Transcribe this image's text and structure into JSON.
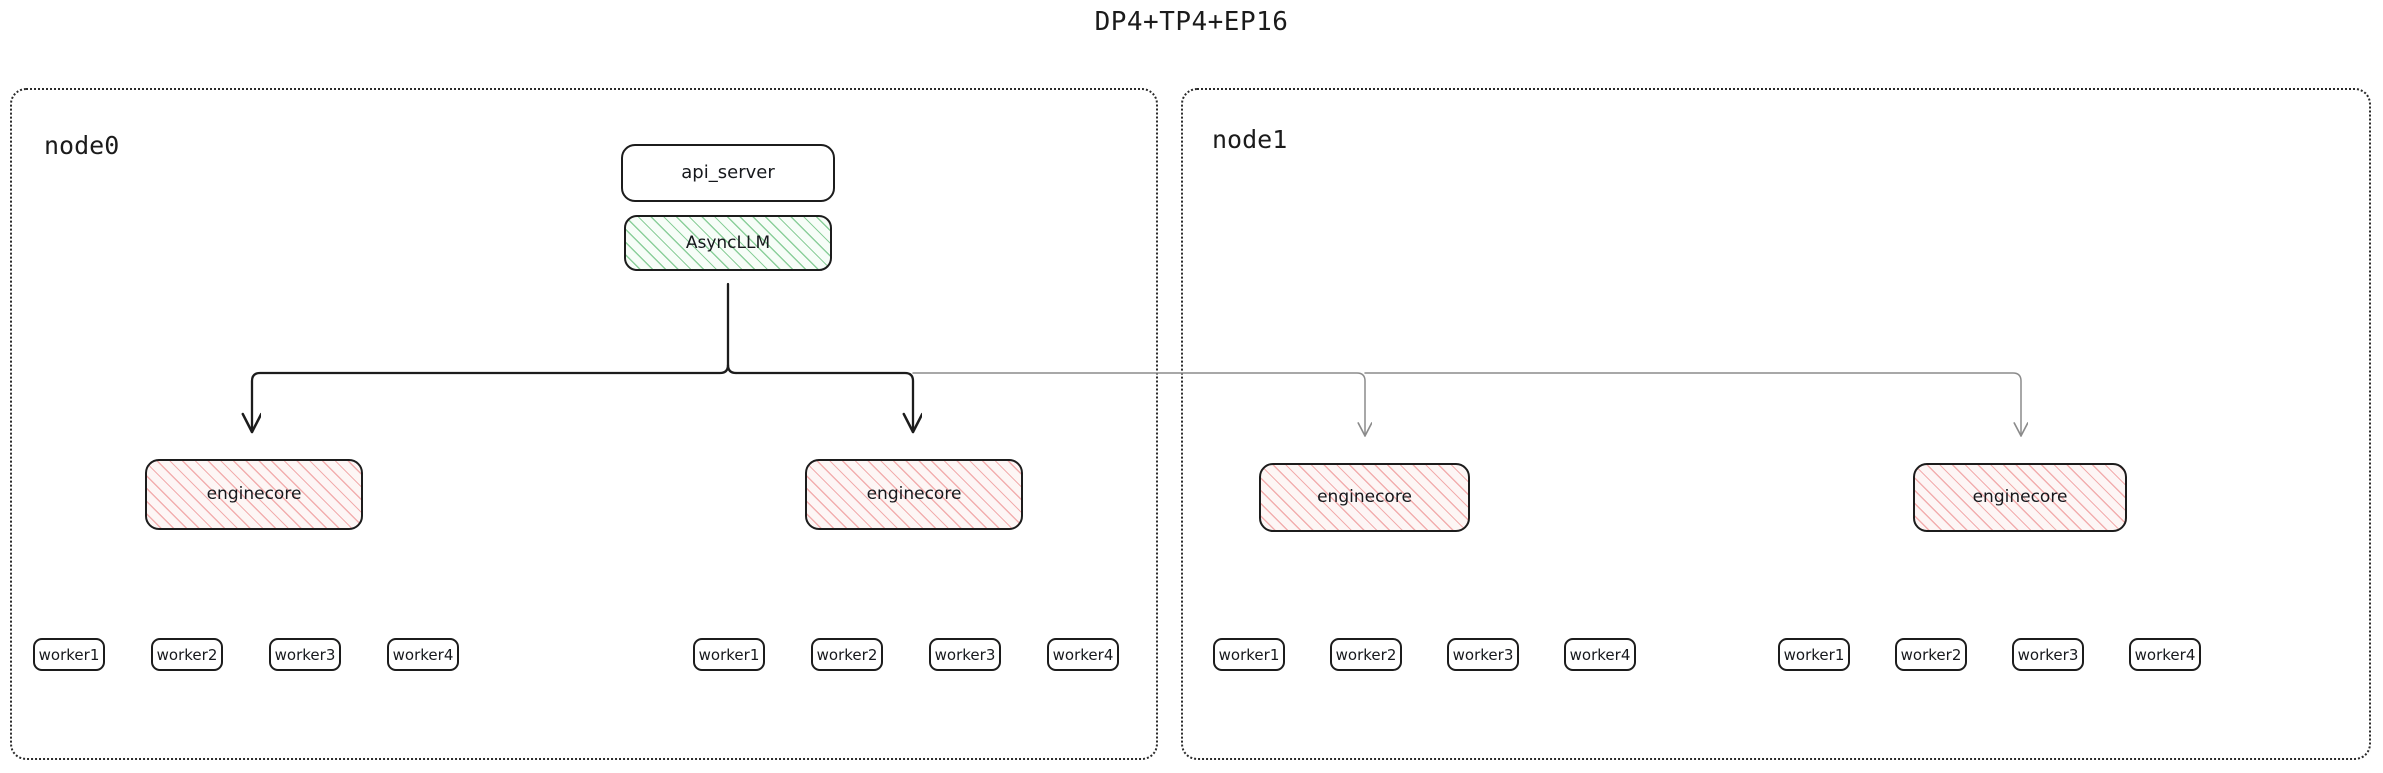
{
  "title": "DP4+TP4+EP16",
  "colors": {
    "stroke_dark": "#1c1c1c",
    "stroke_light": "#8b8b8b",
    "hatch_green": "#8ccf9b",
    "hatch_pink": "#f2aeae",
    "fill_green": "#f7fdf8",
    "fill_pink": "#fdf6f5",
    "background": "#ffffff"
  },
  "nodes": [
    {
      "id": "node0",
      "label": "node0",
      "api_server": {
        "label": "api_server"
      },
      "async_llm": {
        "label": "AsyncLLM"
      },
      "engines": [
        {
          "label": "enginecore",
          "workers": [
            {
              "label": "worker1"
            },
            {
              "label": "worker2"
            },
            {
              "label": "worker3"
            },
            {
              "label": "worker4"
            }
          ]
        },
        {
          "label": "enginecore",
          "workers": [
            {
              "label": "worker1"
            },
            {
              "label": "worker2"
            },
            {
              "label": "worker3"
            },
            {
              "label": "worker4"
            }
          ]
        }
      ]
    },
    {
      "id": "node1",
      "label": "node1",
      "engines": [
        {
          "label": "enginecore",
          "workers": [
            {
              "label": "worker1"
            },
            {
              "label": "worker2"
            },
            {
              "label": "worker3"
            },
            {
              "label": "worker4"
            }
          ]
        },
        {
          "label": "enginecore",
          "workers": [
            {
              "label": "worker1"
            },
            {
              "label": "worker2"
            },
            {
              "label": "worker3"
            },
            {
              "label": "worker4"
            }
          ]
        }
      ]
    }
  ]
}
